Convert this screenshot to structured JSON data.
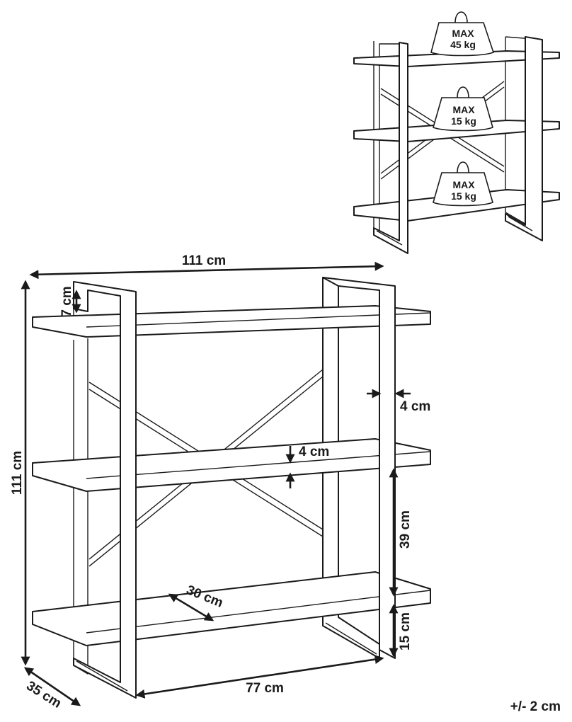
{
  "dimensions": {
    "width": "111 cm",
    "height": "111 cm",
    "top_offset": "7 cm",
    "post_thickness": "4 cm",
    "shelf_thickness": "4 cm",
    "shelf_spacing": "39 cm",
    "bottom_clearance": "15 cm",
    "shelf_depth": "30 cm",
    "depth": "35 cm",
    "inner_width": "77 cm",
    "tolerance": "+/- 2 cm"
  },
  "load_limits": [
    {
      "label": "MAX",
      "value": "45 kg"
    },
    {
      "label": "MAX",
      "value": "15 kg"
    },
    {
      "label": "MAX",
      "value": "15 kg"
    }
  ]
}
